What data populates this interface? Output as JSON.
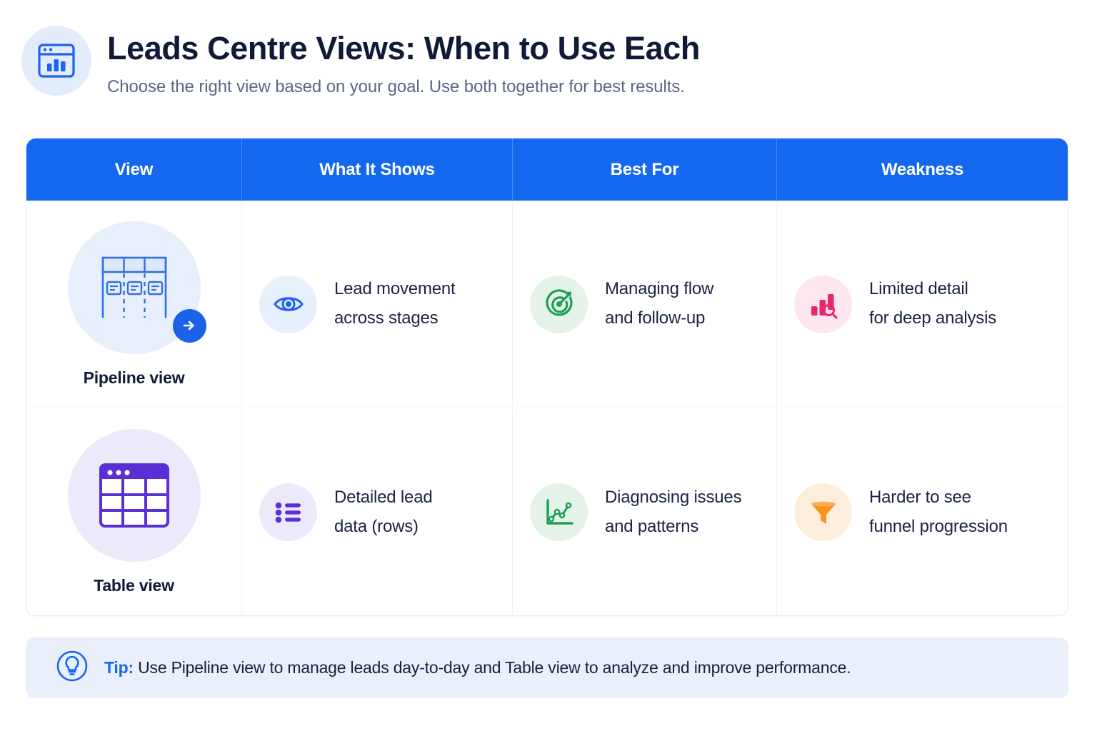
{
  "header": {
    "icon": "window-barchart-icon",
    "title": "Leads Centre Views: When to Use Each",
    "subtitle": "Choose the right view based on your goal. Use both together for best results."
  },
  "table": {
    "columns": [
      {
        "label": "View"
      },
      {
        "label": "What It Shows"
      },
      {
        "label": "Best For"
      },
      {
        "label": "Weakness"
      }
    ],
    "rows": [
      {
        "view_label": "Pipeline view",
        "view_icon": "kanban-board-icon",
        "view_badge_icon": "arrow-right-icon",
        "what_it_shows": {
          "icon": "eye-icon",
          "text_line1": "Lead movement",
          "text_line2": "across stages"
        },
        "best_for": {
          "icon": "target-arrow-icon",
          "text_line1": "Managing flow",
          "text_line2": "and follow-up"
        },
        "weakness": {
          "icon": "barchart-magnifier-icon",
          "text_line1": "Limited detail",
          "text_line2": "for deep analysis"
        }
      },
      {
        "view_label": "Table view",
        "view_icon": "table-grid-window-icon",
        "what_it_shows": {
          "icon": "bullet-list-icon",
          "text_line1": "Detailed lead",
          "text_line2": "data (rows)"
        },
        "best_for": {
          "icon": "line-chart-icon",
          "text_line1": "Diagnosing issues",
          "text_line2": "and patterns"
        },
        "weakness": {
          "icon": "funnel-icon",
          "text_line1": "Harder to see",
          "text_line2": "funnel progression"
        }
      }
    ]
  },
  "tip": {
    "icon": "lightbulb-icon",
    "label": "Tip:",
    "text": "Use Pipeline view to manage leads day-to-day and Table view to analyze and improve performance."
  },
  "colors": {
    "header_blue": "#1468f0",
    "title_navy": "#101a38",
    "subtitle_grey": "#5a6685",
    "green": "#1e9e52",
    "pink": "#e8256e",
    "purple": "#5b2fd6",
    "orange": "#f79420",
    "blue_icon": "#1c63ef",
    "tip_bg": "#e9effb"
  }
}
